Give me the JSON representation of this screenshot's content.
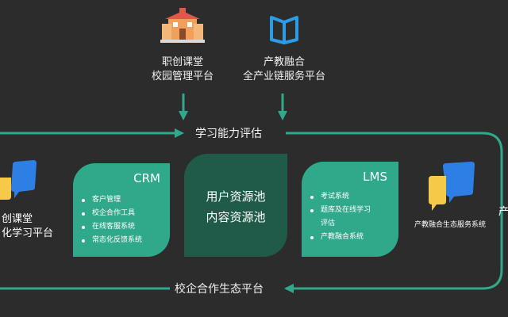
{
  "top_nodes": {
    "school": {
      "line1": "职创课堂",
      "line2": "校园管理平台",
      "icon": "school-building-icon"
    },
    "industry": {
      "line1": "产教融合",
      "line2": "全产业链服务平台",
      "icon": "book-icon"
    }
  },
  "bands": {
    "top": "学习能力评估",
    "bottom": "校企合作生态平台"
  },
  "left_card": {
    "title": "CRM",
    "items": [
      "客户管理",
      "校企合作工具",
      "在线客服系统",
      "常态化反馈系统"
    ]
  },
  "center_card": {
    "line1": "用户资源池",
    "line2": "内容资源池"
  },
  "right_card": {
    "title": "LMS",
    "items": [
      "考试系统",
      "题库及在线学习",
      "评估",
      "产教融合系统"
    ]
  },
  "left_side": {
    "line1": "创课堂",
    "line2": "化学习平台",
    "icon": "chat-bubbles-icon"
  },
  "right_side": {
    "label": "产教融合生态服务系统",
    "partial": "产",
    "icon": "chat-bubbles-icon"
  },
  "colors": {
    "accent": "#2fa98a",
    "dark_teal": "#1f5b48",
    "background": "#2c2c2c",
    "icon_blue": "#2d7fe6",
    "icon_yellow": "#f7c948"
  }
}
